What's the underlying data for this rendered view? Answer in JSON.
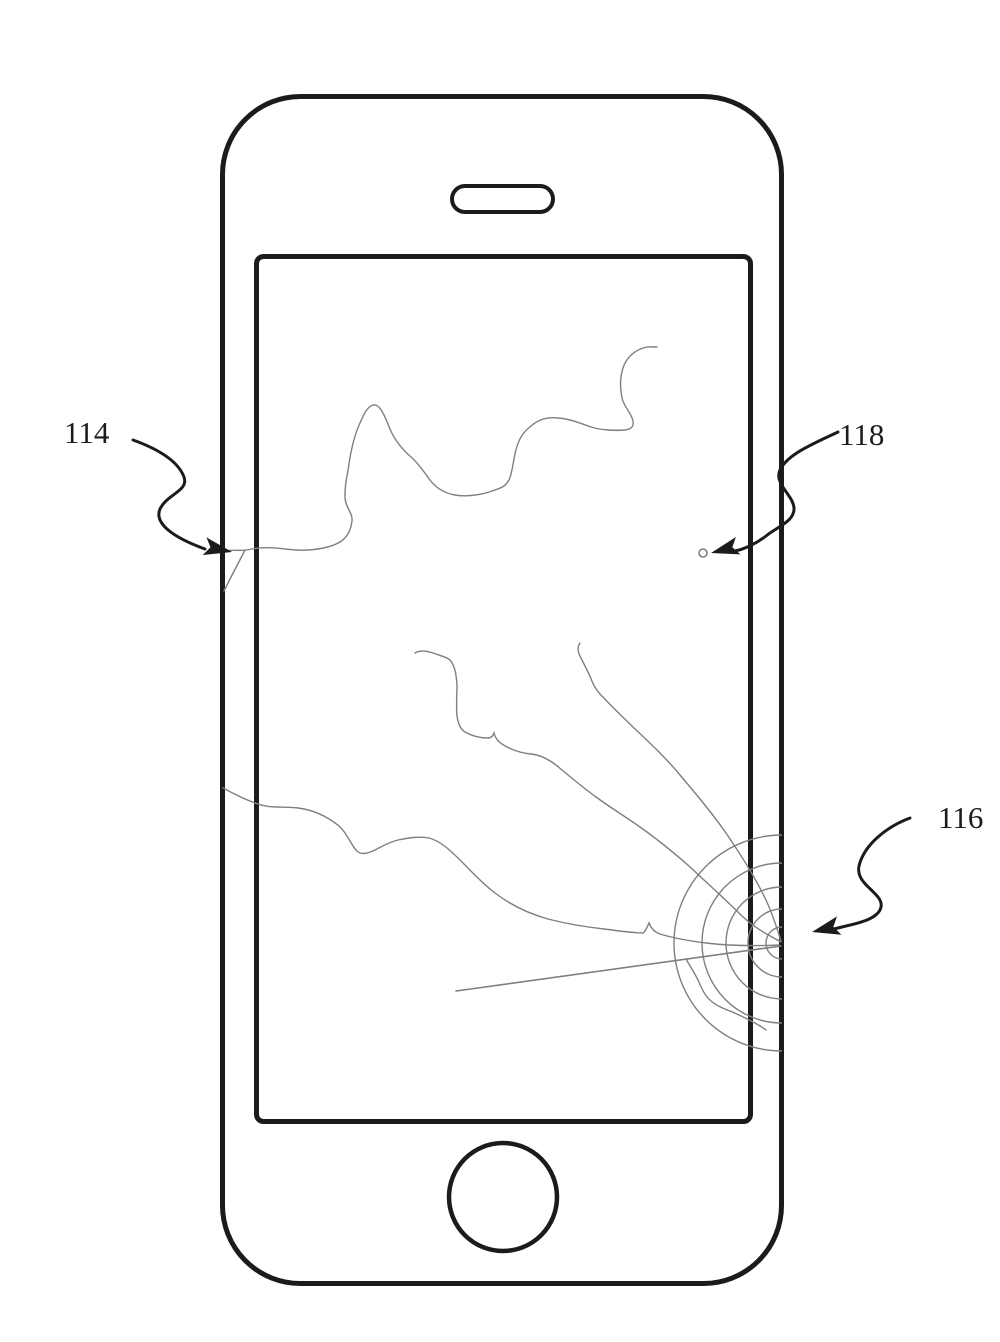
{
  "figure": {
    "background_color": "#ffffff",
    "outline_color": "#1b1b1b",
    "crack_color": "#7f7f7f",
    "labels": {
      "crack": {
        "text": "114"
      },
      "chip": {
        "text": "118"
      },
      "impact": {
        "text": "116"
      }
    }
  }
}
